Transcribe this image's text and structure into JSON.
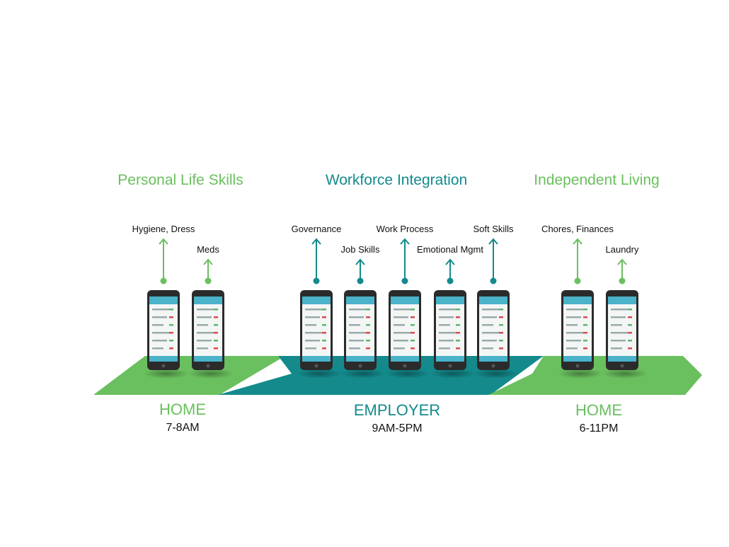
{
  "colors": {
    "green": "#6abf5e",
    "teal": "#148a8c",
    "phone": "#2b2b2b",
    "screen": "#4ab3c9"
  },
  "sections": [
    {
      "title": "Personal Life Skills",
      "color": "green"
    },
    {
      "title": "Workforce Integration",
      "color": "teal"
    },
    {
      "title": "Independent Living",
      "color": "green"
    }
  ],
  "skills": [
    {
      "label": "Hygiene, Dress",
      "color": "green"
    },
    {
      "label": "Meds",
      "color": "green"
    },
    {
      "label": "Governance",
      "color": "teal"
    },
    {
      "label": "Job Skills",
      "color": "teal"
    },
    {
      "label": "Work Process",
      "color": "teal"
    },
    {
      "label": "Emotional Mgmt",
      "color": "teal"
    },
    {
      "label": "Soft Skills",
      "color": "teal"
    },
    {
      "label": "Chores, Finances",
      "color": "green"
    },
    {
      "label": "Laundry",
      "color": "green"
    }
  ],
  "locations": [
    {
      "place": "HOME",
      "time": "7-8AM",
      "color": "green"
    },
    {
      "place": "EMPLOYER",
      "time": "9AM-5PM",
      "color": "teal"
    },
    {
      "place": "HOME",
      "time": "6-11PM",
      "color": "green"
    }
  ]
}
